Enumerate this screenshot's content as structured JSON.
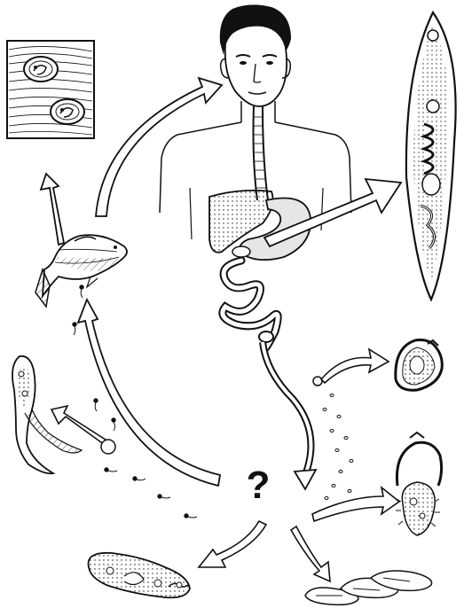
{
  "diagram": {
    "center_label": "?",
    "colors": {
      "ink": "#111111",
      "paper": "#ffffff",
      "shade": "#e6e6e6"
    },
    "stages": [
      "human-host",
      "adult-fluke",
      "egg",
      "miracidium",
      "sporocyst",
      "redia",
      "cercaria",
      "fish-host",
      "metacercaria-cysts"
    ],
    "icons": [
      "human-figure-icon",
      "fish-icon",
      "fluke-icon",
      "egg-icon",
      "miracidium-icon",
      "sporocyst-icon",
      "redia-icon",
      "cercaria-icon",
      "cyst-icon"
    ]
  }
}
